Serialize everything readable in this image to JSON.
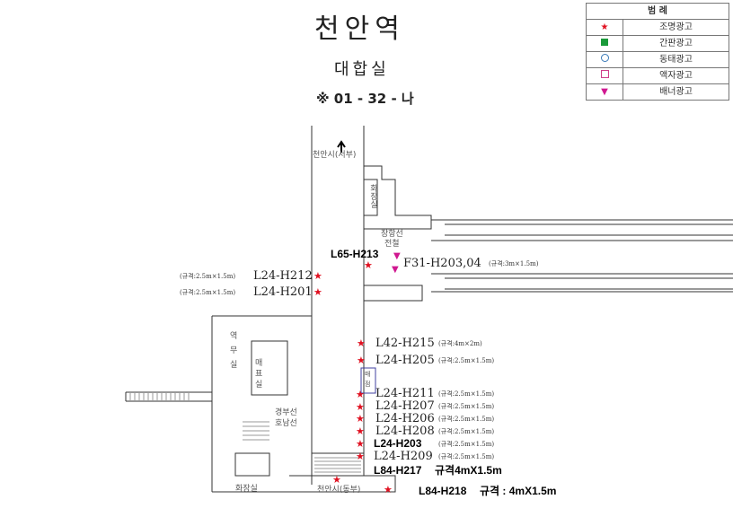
{
  "header": {
    "station": "천안역",
    "area": "대합실",
    "code": "※ 01 - 32 - 나"
  },
  "legend": {
    "title": "범 례",
    "items": [
      {
        "icon": "star",
        "label": "조명광고",
        "color": "#e01020"
      },
      {
        "icon": "filled-square",
        "label": "간판광고",
        "color": "#1a9a3a"
      },
      {
        "icon": "circle",
        "label": "동태광고",
        "color": "#3a7ab8"
      },
      {
        "icon": "square-outline",
        "label": "액자광고",
        "color": "#d0408a"
      },
      {
        "icon": "down-triangle",
        "label": "배너광고",
        "color": "#d01890"
      }
    ]
  },
  "map_labels": {
    "west": "천안시(서부)",
    "east": "천안시(동부)",
    "toilet1": "화장실",
    "toilet2": "화장실",
    "janghang": "장항선",
    "janghang2": "전철",
    "office": "역",
    "office2": "무",
    "office3": "실",
    "ticket": "매",
    "ticket2": "표",
    "ticket3": "실",
    "gyeongbu": "경부선",
    "honam": "호남선",
    "shop": "매",
    "shop2": "점"
  },
  "ads": [
    {
      "id": "L65-H213",
      "spec": ""
    },
    {
      "id": "F31-H203,04",
      "spec": "(규격:3m×1.5m)"
    },
    {
      "id": "L24-H212",
      "spec": "(규격:2.5m×1.5m)"
    },
    {
      "id": "L24-H201",
      "spec": "(규격:2.5m×1.5m)"
    },
    {
      "id": "L42-H215",
      "spec": "(규격:4m×2m)"
    },
    {
      "id": "L24-H205",
      "spec": "(규격:2.5m×1.5m)"
    },
    {
      "id": "L24-H211",
      "spec": "(규격:2.5m×1.5m)"
    },
    {
      "id": "L24-H207",
      "spec": "(규격:2.5m×1.5m)"
    },
    {
      "id": "L24-H206",
      "spec": "(규격:2.5m×1.5m)"
    },
    {
      "id": "L24-H208",
      "spec": "(규격:2.5m×1.5m)"
    },
    {
      "id": "L24-H203",
      "spec": "(규격:2.5m×1.5m)"
    },
    {
      "id": "L24-H209",
      "spec": "(규격:2.5m×1.5m)"
    },
    {
      "id": "L84-H217",
      "spec": "규격4mX1.5m"
    },
    {
      "id": "L84-H218",
      "spec": "규격 : 4mX1.5m"
    }
  ]
}
